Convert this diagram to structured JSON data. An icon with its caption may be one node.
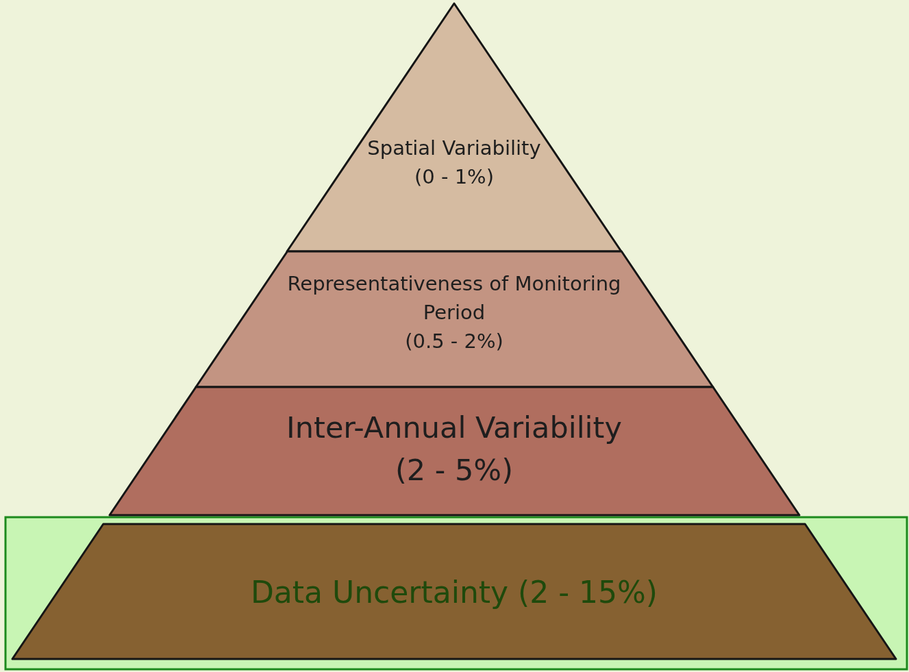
{
  "diagram": {
    "nodes": [
      {
        "text": [
          "Spatial Variability",
          "(0 - 1%)"
        ]
      },
      {
        "text": [
          "Representativeness of Monitoring Period",
          "(0.5 - 2%)"
        ]
      },
      {
        "text": [
          "Inter-Annual Variability",
          "(2 - 5%)"
        ]
      },
      {
        "text": [
          "Data Uncertainty (2 - 15%)"
        ]
      }
    ]
  }
}
